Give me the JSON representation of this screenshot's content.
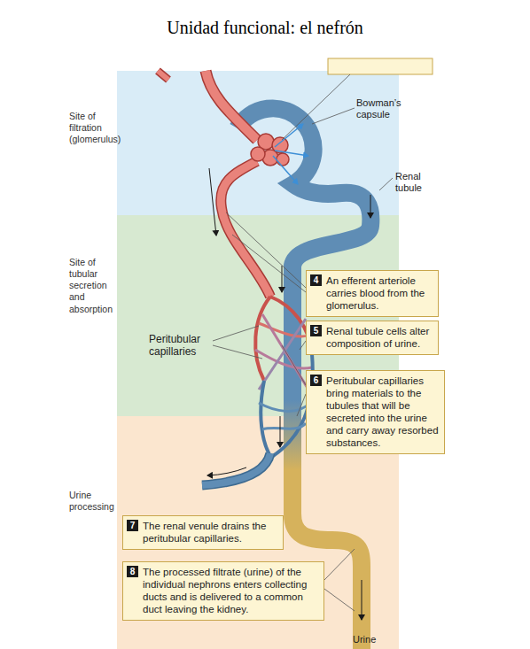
{
  "diagram": {
    "title": "Unidad funcional: el nefrón",
    "nodes": [
      {
        "text": [
          "Site of filtration (glomerulus)"
        ]
      },
      {
        "text": [
          "Site of tubular secretion and absorption"
        ]
      },
      {
        "text": [
          "4",
          "An efferent arteriole carries blood from the glomerulus."
        ]
      },
      {
        "text": [
          "5",
          "Renal tubule cells alter composition of urine."
        ]
      },
      {
        "text": [
          "6",
          "Peritubular capillaries bring materials to the tubules that will be secreted into the urine and carry away resorbed substances."
        ]
      },
      {
        "text": [
          "Urine processing"
        ]
      },
      {
        "text": [
          "7",
          "The renal venule drains the peritubular capillaries."
        ],
        "in": 5
      },
      {
        "text": [
          "8",
          "The processed filtrate (urine) of the individual nephrons enters collecting ducts and is delivered to a common duct leaving the kidney."
        ],
        "in": 5
      }
    ],
    "labels": [
      "Bowman’s capsule",
      "Renal tubule",
      "Peritubular capillaries",
      "Urine"
    ]
  }
}
